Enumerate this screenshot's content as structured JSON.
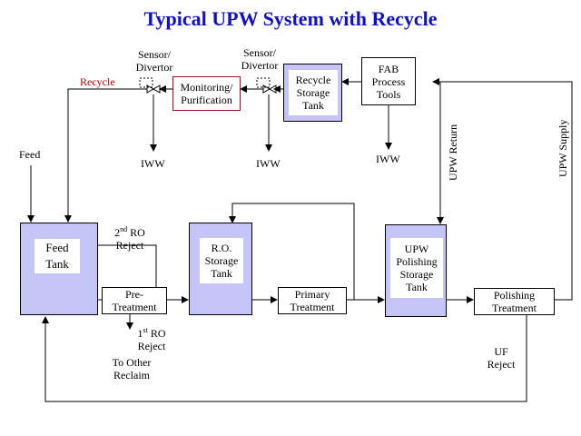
{
  "title": "Typical UPW System with Recycle",
  "nodes": {
    "feed_tank": [
      "Feed",
      "Tank"
    ],
    "pretreatment": [
      "Pre-",
      "Treatment"
    ],
    "ro_tank": [
      "R.O.",
      "Storage",
      "Tank"
    ],
    "primary": [
      "Primary",
      "Treatment"
    ],
    "upw_tank": [
      "UPW",
      "Polishing",
      "Storage",
      "Tank"
    ],
    "polishing": [
      "Polishing",
      "Treatment"
    ],
    "monitoring": [
      "Monitoring/",
      "Purification"
    ],
    "recycle_tank": [
      "Recycle",
      "Storage",
      "Tank"
    ],
    "fab": [
      "FAB",
      "Process",
      "Tools"
    ]
  },
  "labels": {
    "sensor1": [
      "Sensor/",
      "Divertor"
    ],
    "sensor2": [
      "Sensor/",
      "Divertor"
    ],
    "recycle": "Recycle",
    "feed": "Feed",
    "iww1": "IWW",
    "iww2": "IWW",
    "iww3": "IWW",
    "ro2_reject_pre": "2",
    "ro2_reject_sup": "nd",
    "ro2_reject_post": " RO",
    "ro2_reject_line2": "Reject",
    "ro1_reject_pre": "1",
    "ro1_reject_sup": "st",
    "ro1_reject_post": " RO",
    "ro1_reject_line2": "Reject",
    "to_other": [
      "To Other",
      "Reclaim"
    ],
    "uf_reject": [
      "UF",
      "Reject"
    ],
    "upw_return": "UPW Return",
    "upw_supply": "UPW Supply"
  },
  "colors": {
    "title": "#1010c8",
    "tank_fill": "#c4c4f6",
    "recycle_text": "#c00000",
    "monitor_border": "#8b1a1a"
  }
}
